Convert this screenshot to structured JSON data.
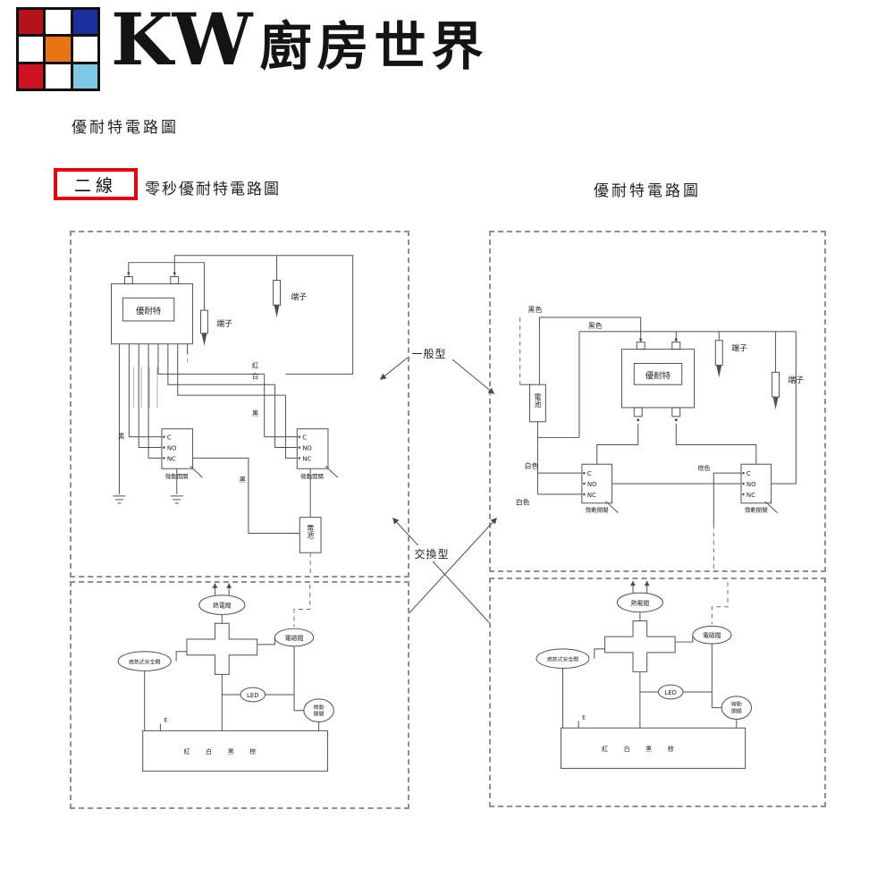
{
  "header": {
    "brand_kw": "KW",
    "brand_cn": "廚房世界",
    "subtitle": "優耐特電路圖",
    "logo_colors": [
      "#b5121b",
      "#ffffff",
      "#1b2f9e",
      "#ffffff",
      "#e87511",
      "#ffffff",
      "#cf1020",
      "#ffffff",
      "#7ec8e3"
    ]
  },
  "section": {
    "highlight_label": "二線",
    "left_title": "零秒優耐特電路圖",
    "right_title": "優耐特電路圖"
  },
  "middle": {
    "top_label": "一般型",
    "bottom_label": "交換型"
  },
  "panel_tl": {
    "device": "優耐特",
    "terminal1": "端子",
    "terminal2": "端子",
    "wire_labels": [
      "紅",
      "白",
      "黑"
    ],
    "black_label1": "黑",
    "black_label2": "黑",
    "switch_rows": [
      "C",
      "NO",
      "NC"
    ],
    "switch_caption": "微動開關",
    "battery": "電池"
  },
  "panel_tr": {
    "device": "優耐特",
    "terminal1": "端子",
    "terminal2": "端子",
    "black1": "黑色",
    "black2": "黑色",
    "white1": "白色",
    "white2": "白色",
    "brown": "棕色",
    "switch_rows": [
      "C",
      "NO",
      "NC"
    ],
    "switch_caption": "微動開關",
    "battery": "電池"
  },
  "panel_bottom": {
    "top_oval": "熱電閥",
    "left_oval": "感熱式安全閥",
    "right_oval": "電磁閥",
    "led": "LED",
    "small_oval_line1": "微動",
    "small_oval_line2": "開關",
    "e_label": "E",
    "box_labels": [
      "紅",
      "白",
      "黑",
      "棕"
    ]
  }
}
